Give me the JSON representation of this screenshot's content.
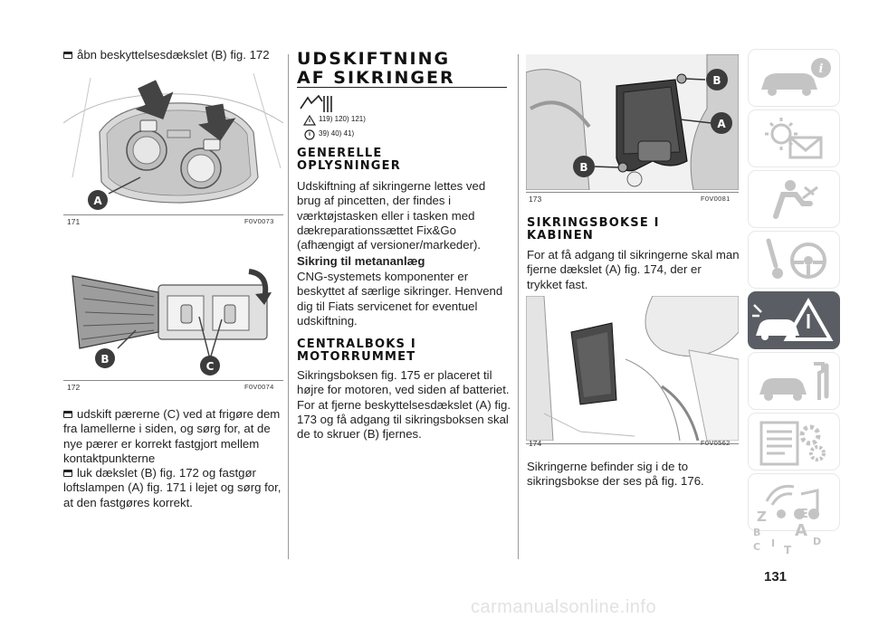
{
  "left_col": {
    "bullet_1": "åbn beskyttelsesdækslet (B) fig. 172",
    "fig_171": {
      "num": "171",
      "code": "F0V0073",
      "callouts": [
        "A"
      ]
    },
    "fig_172": {
      "num": "172",
      "code": "F0V0074",
      "callouts": [
        "B",
        "C"
      ]
    },
    "bullet_2": "udskift pærerne (C) ved at frigøre dem fra lamellerne i siden, og sørg for, at de nye pærer er korrekt fastgjort mellem kontaktpunkterne",
    "bullet_3": "luk dækslet (B) fig. 172 og fastgør loftslampen (A) fig. 171 i lejet og sørg for, at den fastgøres korrekt."
  },
  "mid_col": {
    "title": "UDSKIFTNING AF SIKRINGER",
    "warn_refs_1": "119) 120) 121)",
    "warn_refs_2": "39) 40) 41)",
    "h_general": "GENERELLE OPLYSNINGER",
    "p_general": "Udskiftning af sikringerne lettes ved brug af pincetten, der findes i værktøjstasken eller i tasken med dækreparationssættet Fix&Go (afhængigt af versioner/markeder).",
    "sub_methane": "Sikring til metananlæg",
    "p_methane": "CNG-systemets komponenter er beskyttet af særlige sikringer. Henvend dig til Fiats servicenet for eventuel udskiftning.",
    "h_engine": "CENTRALBOKS I MOTORRUMMET",
    "p_engine": "Sikringsboksen fig. 175 er placeret til højre for motoren, ved siden af batteriet. For at fjerne beskyttelsesdækslet (A) fig. 173 og få adgang til sikringsboksen skal de to skruer (B) fjernes."
  },
  "right_col": {
    "fig_173": {
      "num": "173",
      "code": "F0V0081",
      "callouts": [
        "B",
        "A",
        "B"
      ]
    },
    "h_cabin": "SIKRINGSBOKSE I KABINEN",
    "p_cabin": "For at få adgang til sikringerne skal man fjerne dækslet (A) fig. 174, der er trykket fast.",
    "fig_174": {
      "num": "174",
      "code": "F0V0562"
    },
    "p_after": "Sikringerne befinder sig i de to sikringsbokse der ses på fig. 176."
  },
  "sidebar": {
    "tabs": [
      "car-info-icon",
      "warning-lights-icon",
      "safety-airbag-icon",
      "steering-key-icon",
      "emergency-icon",
      "maintenance-icon",
      "technical-data-icon",
      "multimedia-icon",
      "index-icon"
    ],
    "active_index": 4,
    "index_letters": [
      "Z",
      "E",
      "B",
      "A",
      "I",
      "C",
      "T",
      "D"
    ],
    "accent": "#5a5d63"
  },
  "page_number": "131",
  "watermark": "carmanualsonline.info"
}
